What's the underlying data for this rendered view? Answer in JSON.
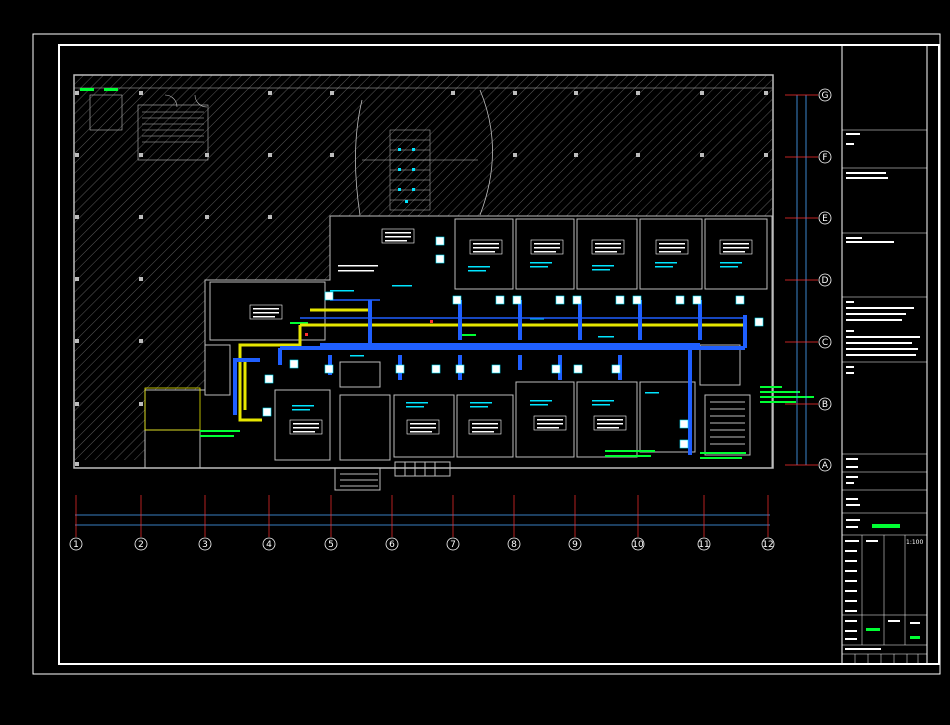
{
  "drawing": {
    "column_axes": [
      "1",
      "2",
      "3",
      "4",
      "5",
      "6",
      "7",
      "8",
      "9",
      "10",
      "11",
      "12"
    ],
    "row_axes": [
      "G",
      "F",
      "E",
      "D",
      "C",
      "B",
      "A"
    ]
  },
  "title_block": {
    "project": "",
    "scale_value": "1:100"
  },
  "colors": {
    "background": "#000000",
    "border": "#ffffff",
    "wall": "#bdbdbd",
    "hatch": "#5a5a5a",
    "duct_supply": "#1f5fff",
    "duct_return": "#e6e600",
    "annotation": "#00e5ff",
    "label_green": "#00ff33",
    "axis_red": "#ff3030",
    "axis_line": "#4aa8ff"
  }
}
